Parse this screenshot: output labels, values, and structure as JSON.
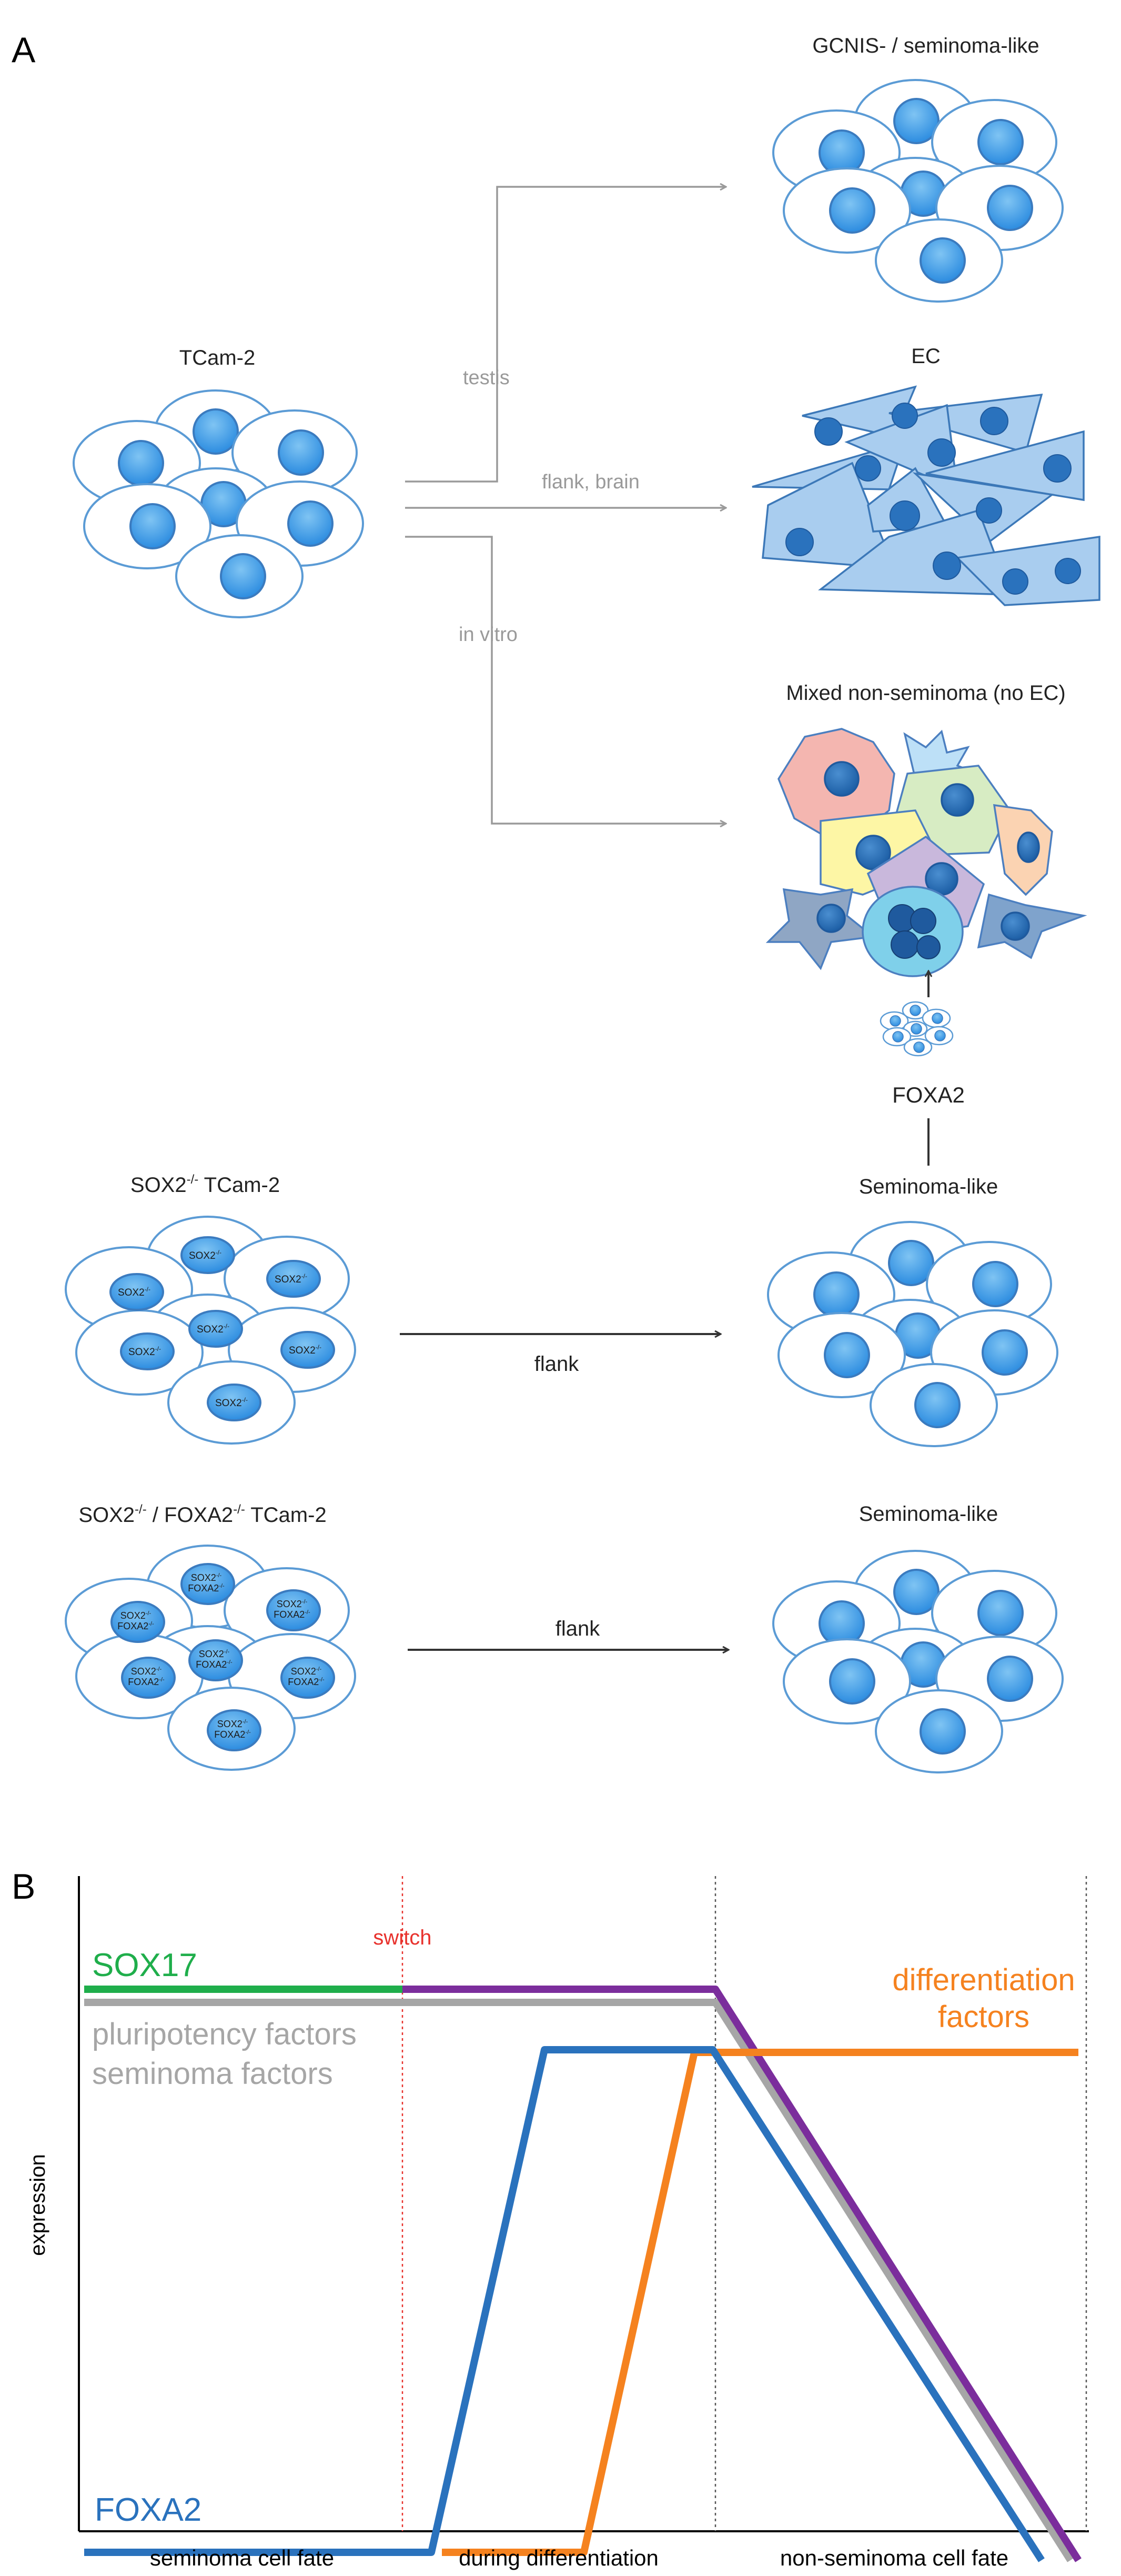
{
  "panel_a": {
    "panel_label": "A",
    "source_label": "TCam-2",
    "routes": {
      "testis": "testis",
      "flank_brain": "flank, brain",
      "in_vitro": "in vitro"
    },
    "outcomes": {
      "gcnis": "GCNIS- / seminoma-like",
      "ec": "EC",
      "mixed": "Mixed non-seminoma (no EC)"
    },
    "foxa2_label": "FOXA2",
    "sox2_ko": {
      "title_pre": "SOX2",
      "title_sup": "-/-",
      "title_post": " TCam-2",
      "cell_label": "SOX2",
      "cell_sup": "-/-",
      "route": "flank",
      "outcome": "Seminoma-like"
    },
    "double_ko": {
      "title_a": "SOX2",
      "title_a_sup": "-/-",
      "title_mid": " / FOXA2",
      "title_b_sup": "-/-",
      "title_post": " TCam-2",
      "cell_line1": "SOX2",
      "cell_line2": "FOXA2",
      "cell_sup": "-/-",
      "route": "flank",
      "outcome": "Seminoma-like"
    }
  },
  "panel_b": {
    "panel_label": "B",
    "switch_label": "switch",
    "y_axis_label": "expression",
    "phases": [
      "seminoma cell fate",
      "during differentiation",
      "non-seminoma cell fate"
    ],
    "series_labels": {
      "sox17": "SOX17",
      "pluri_1": "pluripotency factors",
      "pluri_2": "seminoma factors",
      "diff_1": "differentiation",
      "diff_2": "factors",
      "foxa2": "FOXA2"
    },
    "colors": {
      "sox17": "#1fae4b",
      "sox17_after_switch": "#7b2d9c",
      "pluripotency": "#a6a6a6",
      "foxa2": "#2a72bd",
      "differentiation": "#f5821f",
      "switch_line": "#e8322d"
    }
  }
}
